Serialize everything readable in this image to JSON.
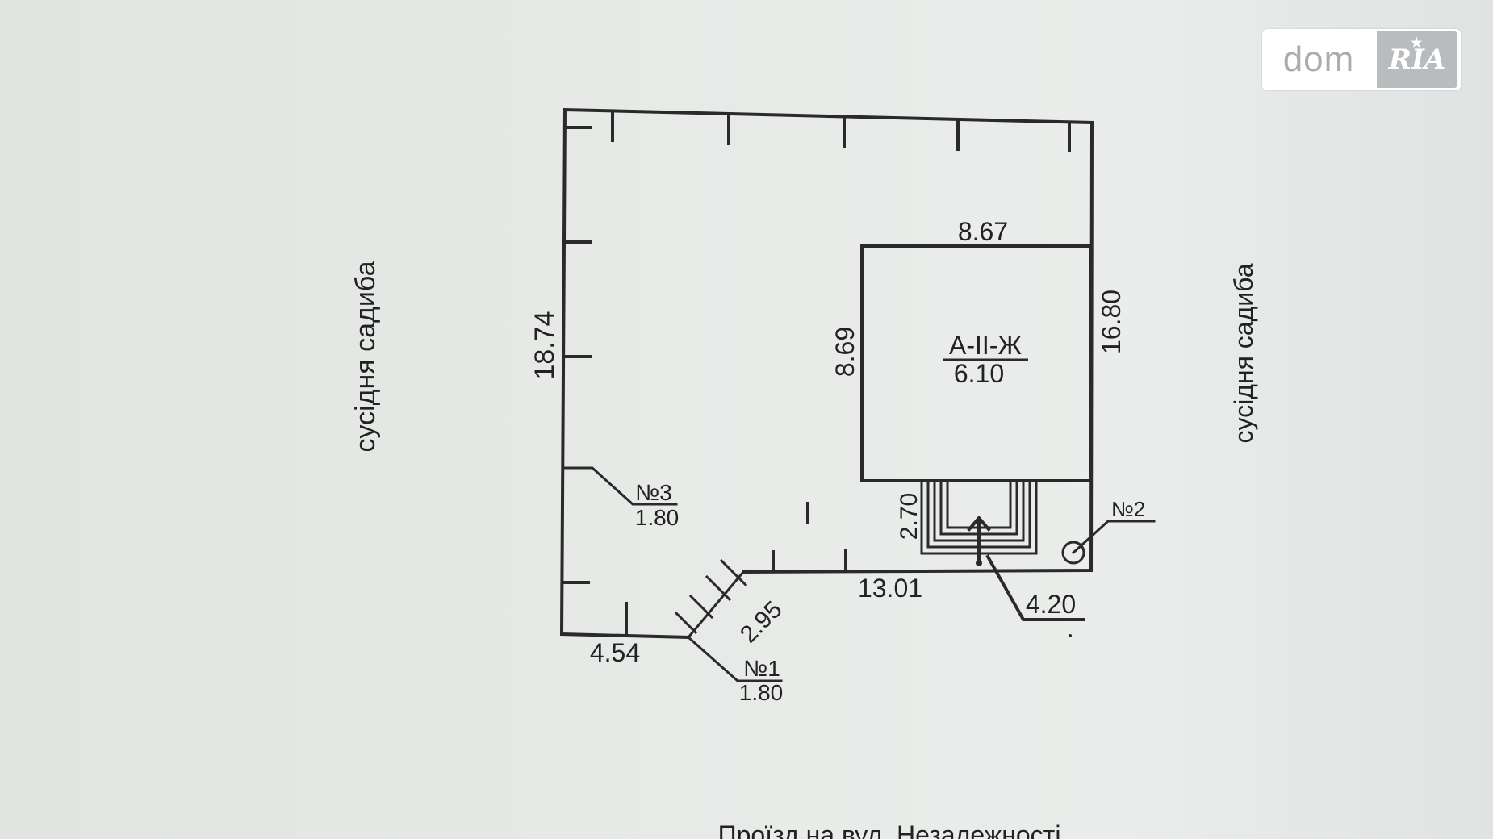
{
  "neighbors": {
    "left": "сусідня садиба",
    "right": "сусідня садиба"
  },
  "street": "Проїзд на вул. Незалежності",
  "building": {
    "code": "А-ІІ-Ж",
    "height": "6.10",
    "top_dim": "8.67",
    "side_dim": "8.69"
  },
  "dimensions": {
    "plot_left": "18.74",
    "plot_right": "16.80",
    "bottom_right": "13.01",
    "bottom_left": "4.54",
    "gate": "2.95",
    "porch_height": "2.70",
    "porch_width": "4.20"
  },
  "markers": {
    "m1": {
      "label": "№1",
      "value": "1.80"
    },
    "m2": {
      "label": "№2"
    },
    "m3": {
      "label": "№3",
      "value": "1.80"
    }
  },
  "logo": {
    "brand": "dom",
    "badge": "RIA"
  },
  "colors": {
    "line": "#2a2a2a",
    "background": "#e6e9e7"
  }
}
